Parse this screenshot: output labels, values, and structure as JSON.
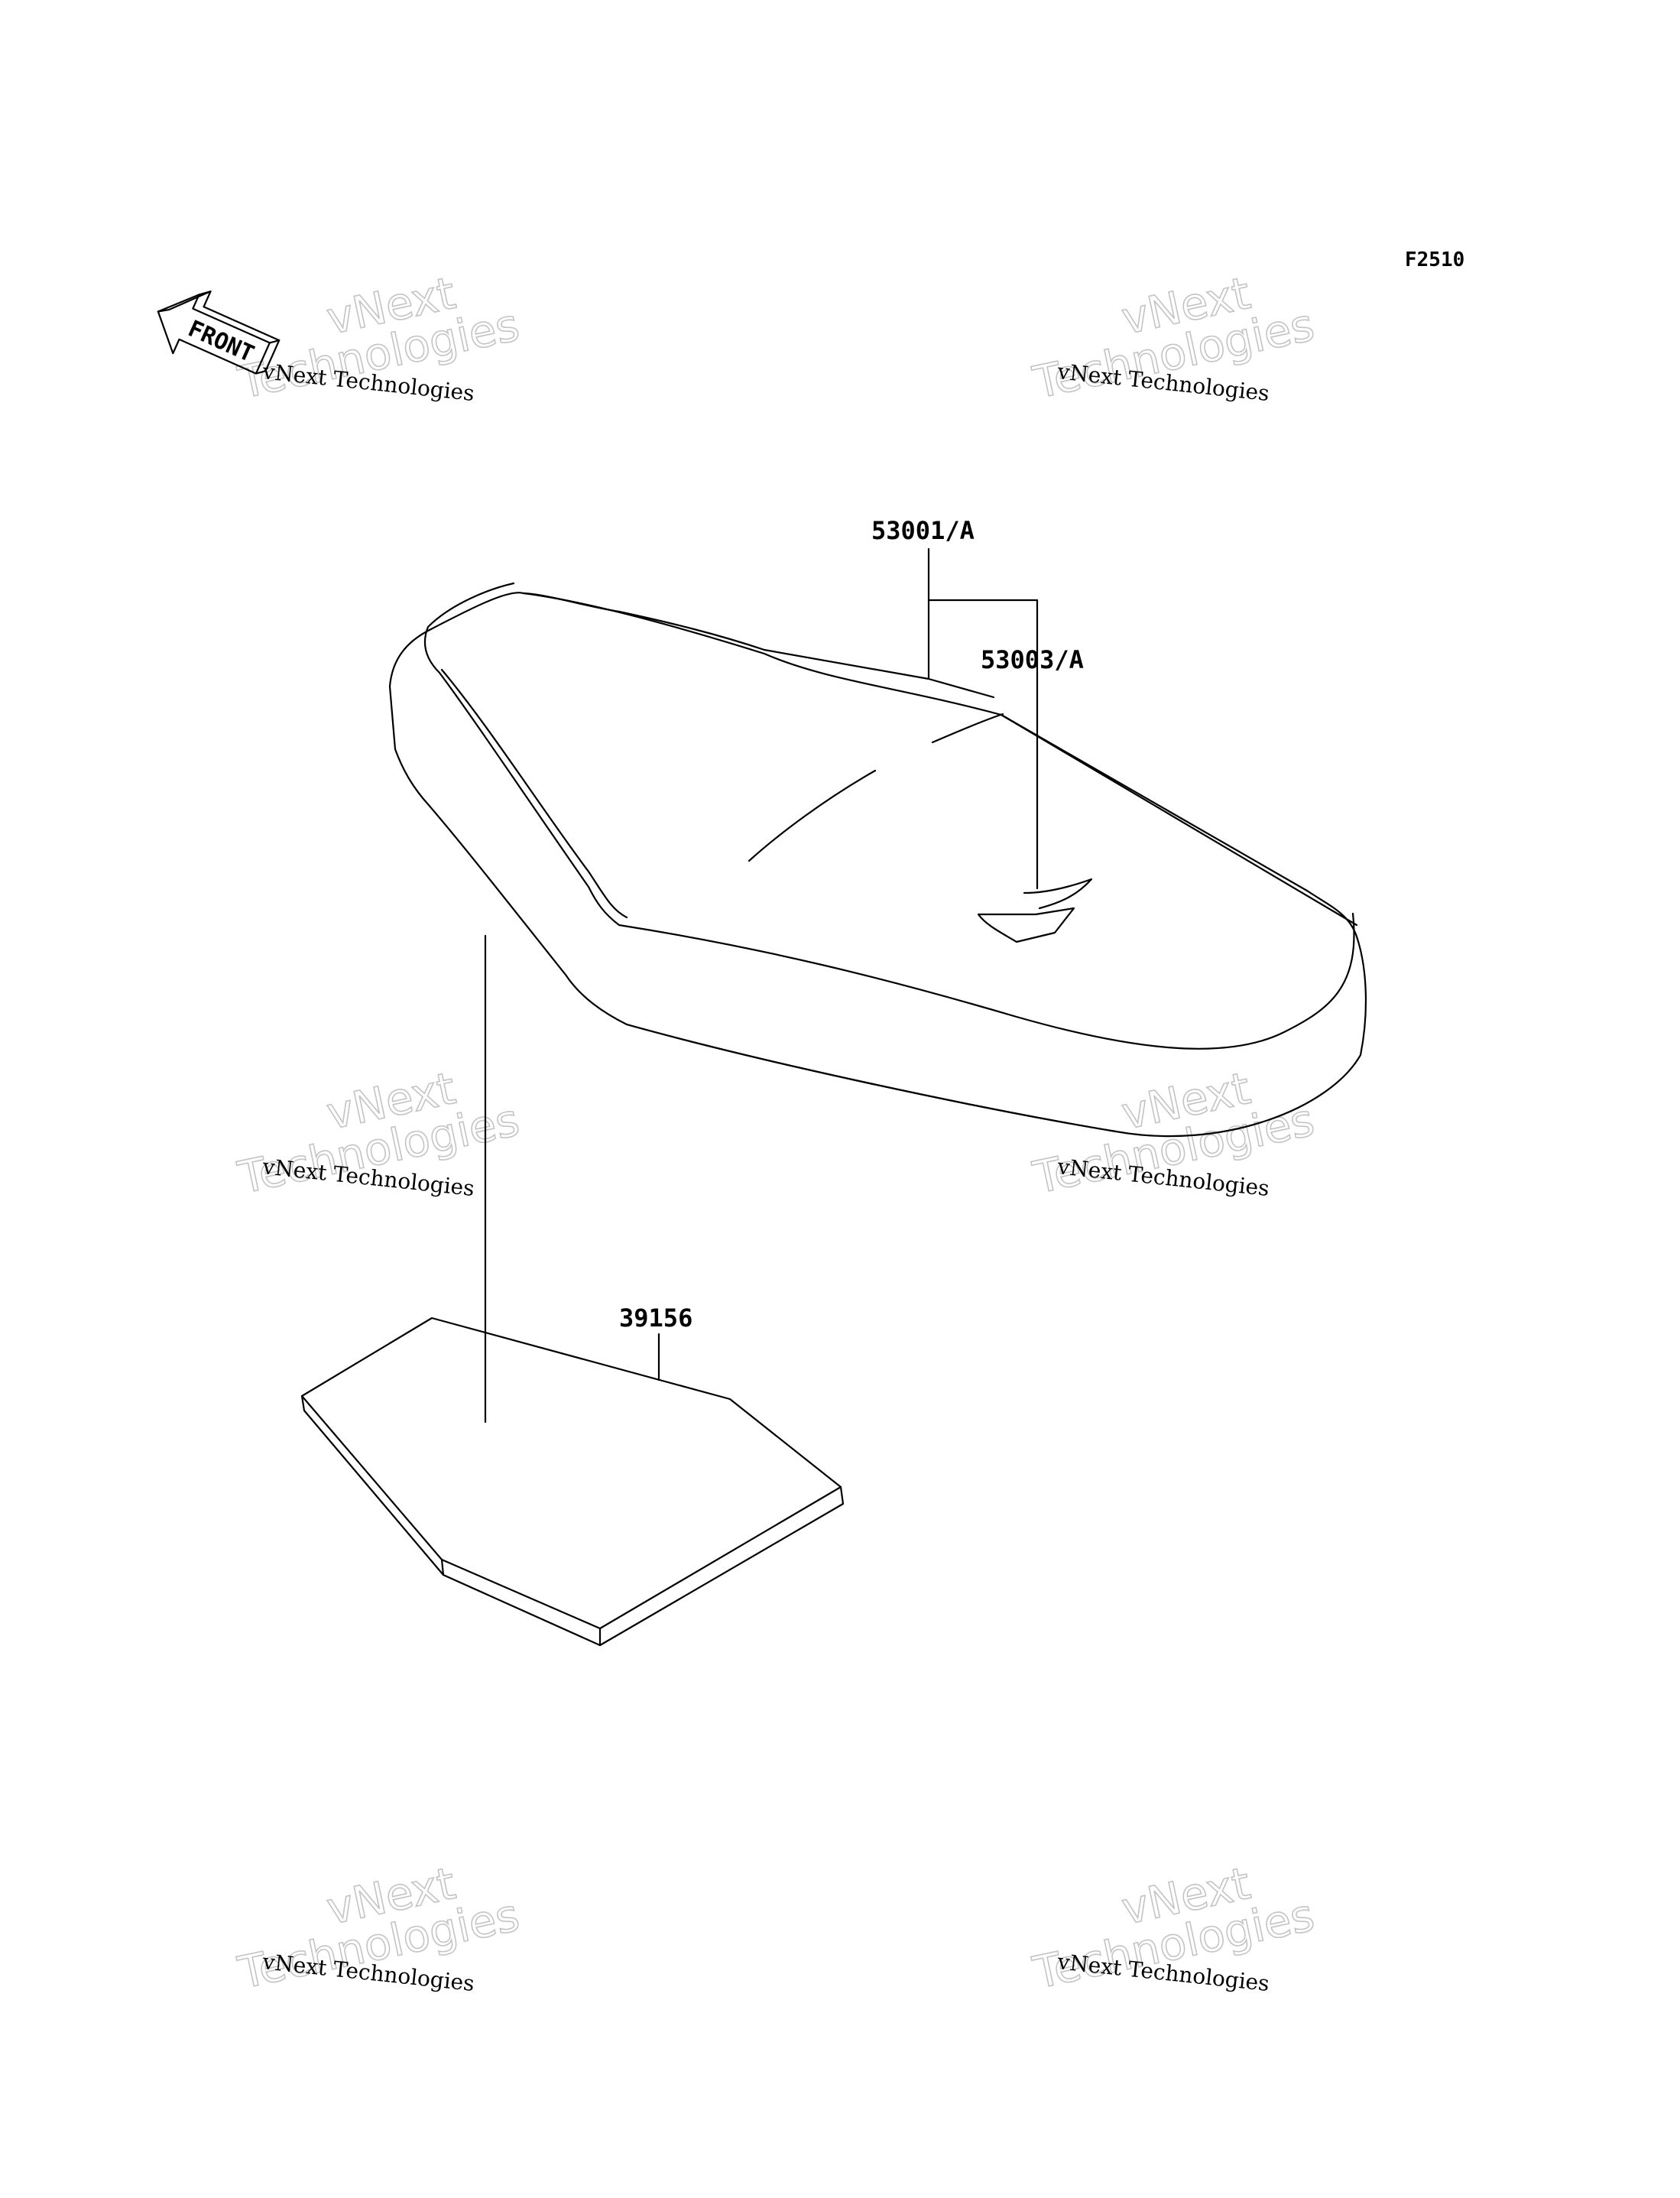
{
  "figure_code": "F2510",
  "front_arrow": {
    "label": "FRONT",
    "icon": "front-direction-arrow-icon"
  },
  "parts": [
    {
      "part_number": "53001/A"
    },
    {
      "part_number": "53003/A"
    },
    {
      "part_number": "39156"
    }
  ],
  "watermark": {
    "line_small": "vNext Technologies",
    "line_big_1": "vNext",
    "line_big_2": "Technologies"
  }
}
